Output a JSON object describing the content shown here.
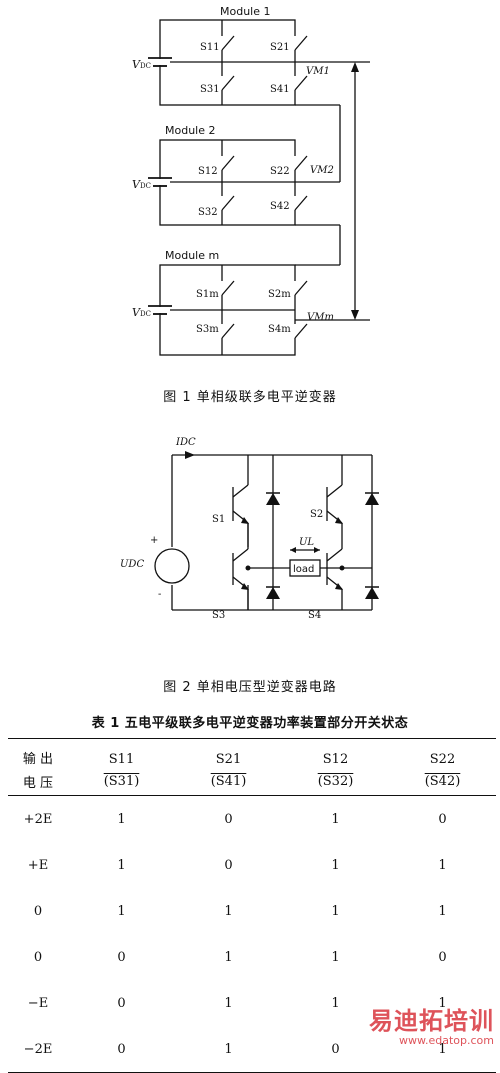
{
  "fig1": {
    "module_labels": [
      "Module 1",
      "Module 2",
      "Module m"
    ],
    "vdc": [
      "V",
      "DC"
    ],
    "mod1": {
      "s_tl": "S11",
      "s_tr": "S21",
      "s_bl": "S31",
      "s_br": "S41",
      "vm": "VM1"
    },
    "mod2": {
      "s_tl": "S12",
      "s_tr": "S22",
      "s_bl": "S32",
      "s_br": "S42",
      "vm": "VM2"
    },
    "modm": {
      "s_tl": "S1m",
      "s_tr": "S2m",
      "s_bl": "S3m",
      "s_br": "S4m",
      "vm": "VMm"
    },
    "caption": "图 1   单相级联多电平逆变器"
  },
  "fig2": {
    "idc": "IDC",
    "udc": "UDC",
    "plus": "+",
    "minus": "-",
    "switches": [
      "S1",
      "S2",
      "S3",
      "S4"
    ],
    "ul": "UL",
    "load": "load",
    "caption": "图 2   单相电压型逆变器电路"
  },
  "table": {
    "title": "表 1   五电平级联多电平逆变器功率装置部分开关状态",
    "header_left": [
      "输 出",
      "电 压"
    ],
    "header_top": [
      "S11",
      "S21",
      "S12",
      "S22"
    ],
    "header_bottom": [
      "(S31)",
      "(S41)",
      "(S32)",
      "(S42)"
    ],
    "rows": [
      [
        "+2E",
        "1",
        "0",
        "1",
        "0"
      ],
      [
        "+E",
        "1",
        "0",
        "1",
        "1"
      ],
      [
        "0",
        "1",
        "1",
        "1",
        "1"
      ],
      [
        "0",
        "0",
        "1",
        "1",
        "0"
      ],
      [
        "−E",
        "0",
        "1",
        "1",
        "1"
      ],
      [
        "−2E",
        "0",
        "1",
        "0",
        "1"
      ]
    ]
  },
  "watermark": {
    "brand": "易迪拓培训",
    "url": "www.edatop.com"
  },
  "colors": {
    "ink": "#111111",
    "watermark_red": "#d9363e"
  }
}
